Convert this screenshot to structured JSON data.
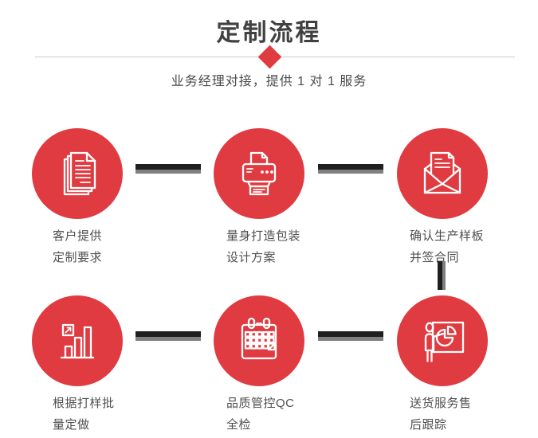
{
  "header": {
    "title": "定制流程",
    "subtitle": "业务经理对接，提供 1 对 1 服务"
  },
  "colors": {
    "accent_red": "#e03b41",
    "connector_dark": "#1f1f1f",
    "connector_gray": "#7f7f7f",
    "title_text": "#414141",
    "body_text": "#4f4f4f",
    "divider": "#cbcbcb",
    "icon_stroke": "#ffffff"
  },
  "steps": [
    {
      "icon": "documents-icon",
      "line1": "客户提供",
      "line2": "定制要求"
    },
    {
      "icon": "printer-icon",
      "line1": "量身打造包装",
      "line2": "设计方案"
    },
    {
      "icon": "envelope-icon",
      "line1": "确认生产样板",
      "line2": "并签合同"
    },
    {
      "icon": "bar-chart-icon",
      "line1": "根据打样批",
      "line2": "量定做"
    },
    {
      "icon": "calendar-icon",
      "line1": "品质管控QC",
      "line2": "全检"
    },
    {
      "icon": "presentation-icon",
      "line1": "送货服务售",
      "line2": "后跟踪"
    }
  ]
}
